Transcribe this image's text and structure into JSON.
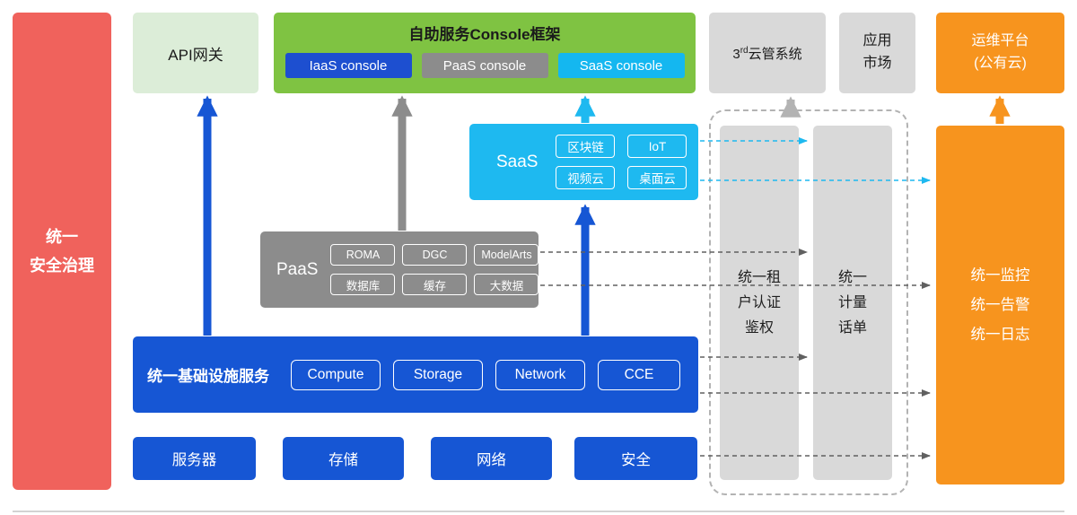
{
  "security": {
    "line1": "统一",
    "line2": "安全治理"
  },
  "top": {
    "api_gateway": "API网关",
    "console_framework": {
      "title": "自助服务Console框架",
      "iaas_console": "IaaS console",
      "paas_console": "PaaS console",
      "saas_console": "SaaS console"
    },
    "third_cloud": {
      "base": "3",
      "sup": "rd",
      "rest": "云管系统"
    },
    "app_market": {
      "line1": "应用",
      "line2": "市场"
    },
    "ops_platform": {
      "line1": "运维平台",
      "line2": "(公有云)"
    }
  },
  "saas": {
    "label": "SaaS",
    "items": [
      "区块链",
      "IoT",
      "视频云",
      "桌面云"
    ]
  },
  "paas": {
    "label": "PaaS",
    "items": [
      "ROMA",
      "DGC",
      "ModelArts",
      "数据库",
      "缓存",
      "大数据"
    ]
  },
  "iaas": {
    "label": "统一基础设施服务",
    "items": [
      "Compute",
      "Storage",
      "Network",
      "CCE"
    ]
  },
  "hardware": {
    "items": [
      "服务器",
      "存储",
      "网络",
      "安全"
    ]
  },
  "right": {
    "auth": {
      "line1": "统一租",
      "line2": "户认证",
      "line3": "鉴权"
    },
    "metering": {
      "line1": "统一",
      "line2": "计量",
      "line3": "话单"
    },
    "monitoring": {
      "line1": "统一监控",
      "line2": "统一告警",
      "line3": "统一日志"
    }
  },
  "colors": {
    "blue": "#1656d4",
    "cyan": "#1eb9f0",
    "gray": "#8c8c8c",
    "green": "#7fc342",
    "light_green": "#dcedd8",
    "light_gray": "#d9d9d9",
    "orange": "#f7941e",
    "red": "#f0625c"
  }
}
